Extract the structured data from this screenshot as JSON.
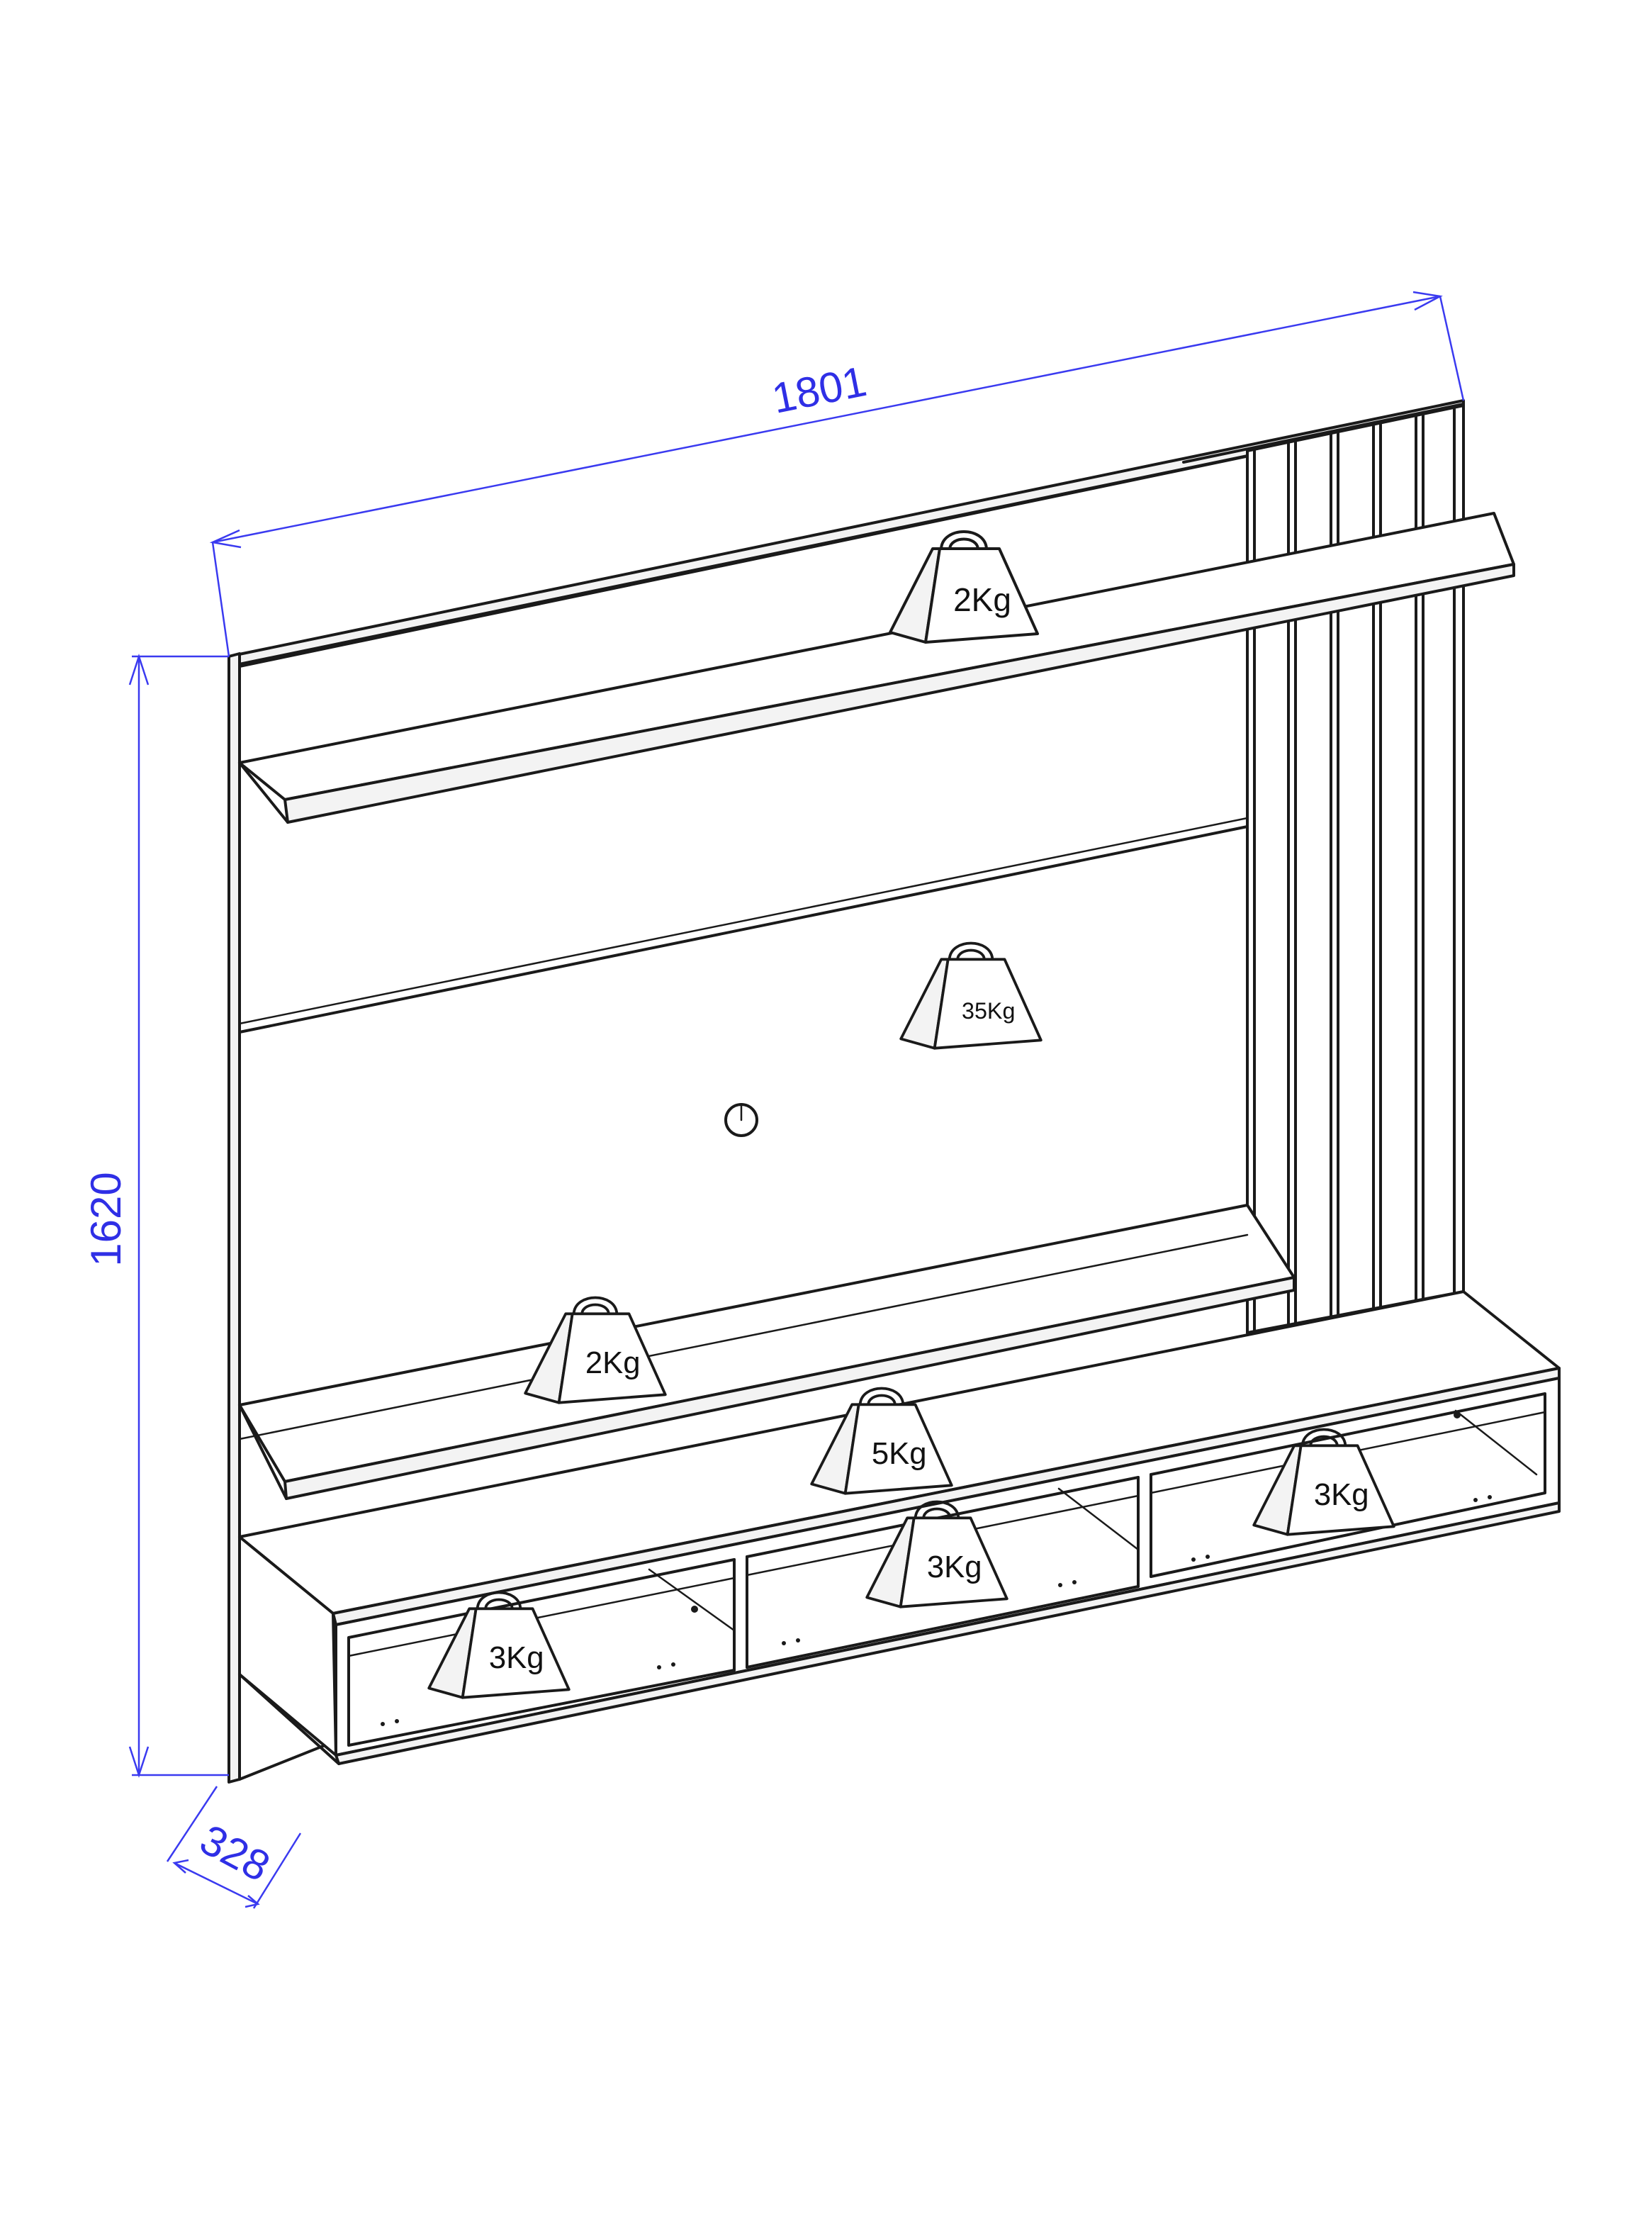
{
  "diagram": {
    "dimensions": {
      "width": "1801",
      "height": "1620",
      "depth": "328"
    },
    "weights": {
      "top_shelf": "2Kg",
      "tv_panel": "35Kg",
      "middle_shelf": "2Kg",
      "rack_top": "5Kg",
      "niche_left": "3Kg",
      "niche_center": "3Kg",
      "niche_right": "3Kg"
    },
    "colors": {
      "dimension": "#2f2fe6",
      "line": "#1a1a1a"
    }
  }
}
